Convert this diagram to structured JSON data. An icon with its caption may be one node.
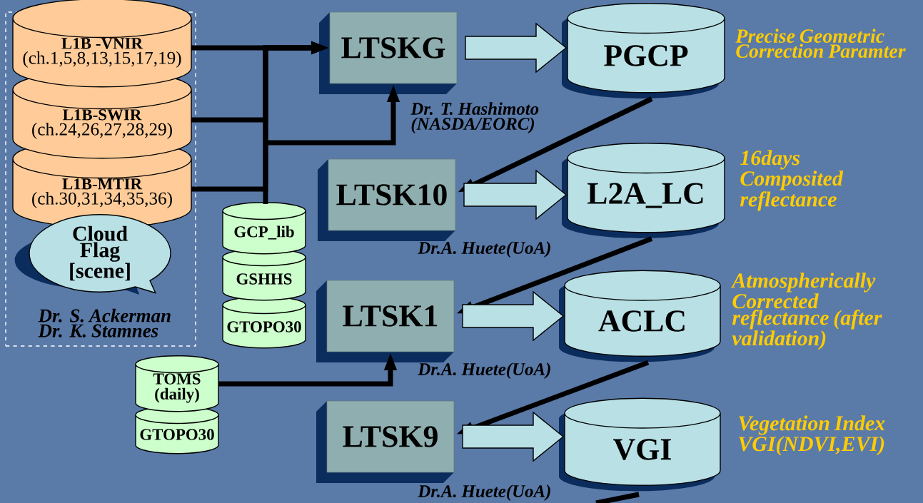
{
  "diagram": {
    "nodes": [
      {
        "text": [
          "Dr. S. Ackerman Dr. K. Stamnes"
        ]
      },
      {
        "text": [
          "L1B -VNIR",
          "(ch.1,5,8,13,15,17,19)"
        ],
        "in": 0
      },
      {
        "text": [
          "L1B-SWIR",
          "(ch.24,26,27,28,29)"
        ],
        "in": 0
      },
      {
        "text": [
          "L1B-MTIR",
          "(ch.30,31,34,35,36)"
        ],
        "in": 0
      },
      {
        "text": [
          "Cloud Flag [scene]"
        ],
        "in": 0
      },
      {
        "text": [
          "GCP_lib"
        ]
      },
      {
        "text": [
          "GSHHS"
        ]
      },
      {
        "text": [
          "GTOPO30"
        ]
      },
      {
        "text": [
          "TOMS (daily)"
        ]
      },
      {
        "text": [
          "GTOPO30"
        ]
      },
      {
        "text": [
          "LTSKG"
        ],
        "beside": [
          "Dr. T. Hashimoto (NASDA/EORC)"
        ]
      },
      {
        "text": [
          "PGCP"
        ],
        "beside": [
          "Precise Geometric Correction Paramter"
        ]
      },
      {
        "text": [
          "LTSK10"
        ],
        "beside": [
          "Dr.A. Huete(UoA)"
        ]
      },
      {
        "text": [
          "L2A_LC"
        ],
        "beside": [
          "16days Composited reflectance"
        ]
      },
      {
        "text": [
          "LTSK1"
        ],
        "beside": [
          "Dr.A. Huete(UoA)"
        ]
      },
      {
        "text": [
          "ACLC"
        ],
        "beside": [
          "Atmospherically Corrected reflectance (after validation)"
        ]
      },
      {
        "text": [
          "LTSK9"
        ],
        "beside": [
          "Dr.A. Huete(UoA)"
        ]
      },
      {
        "text": [
          "VGI"
        ],
        "beside": [
          "Vegetation Index VGI(NDVI,EVI)"
        ]
      }
    ],
    "edges": [
      {
        "from": 1,
        "to": 10,
        "arrow": "to"
      },
      {
        "from": 2,
        "to": 10,
        "arrow": "to"
      },
      {
        "from": 3,
        "to": 10,
        "arrow": "to"
      },
      {
        "from": 5,
        "to": 10,
        "arrow": "to"
      },
      {
        "from": 8,
        "to": 14,
        "arrow": "to"
      },
      {
        "from": 10,
        "to": 11,
        "arrow": "to",
        "style": "thick"
      },
      {
        "from": 11,
        "to": 12,
        "arrow": "to"
      },
      {
        "from": 12,
        "to": 13,
        "arrow": "to",
        "style": "thick"
      },
      {
        "from": 13,
        "to": 14,
        "arrow": "to"
      },
      {
        "from": 14,
        "to": 15,
        "arrow": "to",
        "style": "thick"
      },
      {
        "from": 15,
        "to": 16,
        "arrow": "to"
      },
      {
        "from": 16,
        "to": 17,
        "arrow": "to",
        "style": "thick"
      },
      {
        "from": 17,
        "to": null,
        "arrow": "none"
      }
    ]
  }
}
